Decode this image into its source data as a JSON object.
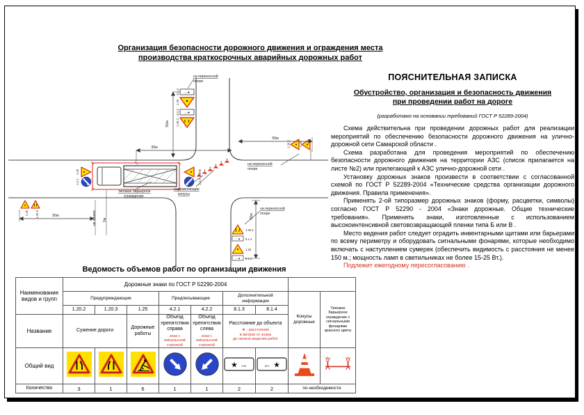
{
  "title": {
    "line1": "Организация безопасности дорожного движения и ограждения места",
    "line2": "производства краткосрочных аварийных дорожных работ"
  },
  "note": {
    "heading": "ПОЯСНИТЕЛЬНАЯ ЗАПИСКА",
    "subheading_line1": "Обустройство, организация и безопасность движения",
    "subheading_line2": "при проведении работ на дороге",
    "basis": "(разработано на основании требований  ГОСТ  Р 52289-2004)",
    "paragraphs": [
      "Схема действительна при проведении дорожных работ для реализации мероприятий по обеспечению безопасности дорожного движения на улично-дорожной сети Самарской области .",
      "Схема разработана для проведения мероприятий по обеспечению безопасности дорожного движения на территории АЗС (список прилагается на листе №2) или прилегающей к АЗС улично-дорожной сети .",
      "Установку дорожных знаков произвести в соответствии с согласованной схемой по ГОСТ Р 52289-2004 «Технические средства организации дорожного движения. Правила применения».",
      "Применять 2-ой типоразмер дорожных знаков (форму, расцветки, символы) согласно ГОСТ Р 52290 - 2004 «Знаки дорожные. Общие технические требования». Применять знаки, изготовленные с использованием высокоинтенсивной световозвращающей пленки типа Б или В .",
      "Место ведения работ следует оградить инвентарными щитами или барьерами по всему периметру и оборудовать сигнальными фонарями, которые необходимо включать с наступлением сумерек (обеспечить видимость с расстояния не менее 150 м.; мощность ламп в светильниках не более  15-25 Вт.)."
    ],
    "red_note": "Подлежит ежегодному пересогласованию ."
  },
  "diagram": {
    "support_label_line1": "на переносной",
    "support_label_line2": "опоре",
    "barrier_label_line1": "типовое барьерное",
    "barrier_label_line2": "ограждение",
    "cones_label_line1": "направляющие",
    "cones_label_line2": "конусы",
    "dim_30": "30м",
    "dim_50": "50м",
    "dim_3": "3м",
    "dim_not_less": "не менее",
    "plate_symbol": "←★",
    "stack_top": [
      "8.1.3",
      "1.25",
      "8.1.3",
      "1.20.2"
    ],
    "stack_right": [
      "1.20.2",
      "1.25"
    ],
    "stack_bottom": [
      "1.20.2",
      "8.1.4",
      "1.25",
      "8.1.4"
    ],
    "pair_bottom_left": [
      "1.25",
      "1.20.3"
    ],
    "truck_left": [
      "1.25",
      "4.2.1"
    ],
    "truck_right": [
      "1.25",
      "4.2.2"
    ]
  },
  "table": {
    "title": "Ведомость объемов работ по организации движения",
    "row_headers": [
      "Наименование видов и групп",
      "Название",
      "Общий вид",
      "Количество"
    ],
    "gost_header": "Дорожные знаки по ГОСТ Р 52290-2004",
    "groups": [
      "Предупреждающие",
      "Предписывающие",
      "Дополнительной информации"
    ],
    "codes": [
      "1.20.2",
      "1.20.3",
      "1.25",
      "4.2.1",
      "4.2.2",
      "8.1.3",
      "8.1.4"
    ],
    "name_narrowing": "Сужение дороги",
    "name_roadworks": "Дорожные работы",
    "name_detour_right": "Объезд препятствия справа",
    "name_detour_left": "Объезд препятствия слева",
    "detour_note": "знак с импульсной стрелкой",
    "name_distance": "Расстояние до объекта",
    "distance_note_line1": "★ - расстояние",
    "distance_note_line2": "в метрах от знака",
    "distance_note_line3": "до начала ведения работ",
    "cones_header": "Конусы дорожные",
    "barrier_header": "Типовое барьерное ограждение с сигнальными фонарями красного цвета",
    "plate_8_1_3": "★ →",
    "plate_8_1_4": "← ★",
    "quantities": [
      "3",
      "1",
      "6",
      "1",
      "1",
      "2",
      "2"
    ],
    "qty_on_demand": "по необходимости"
  },
  "colors": {
    "sign_yellow": "#ffe000",
    "sign_red": "#cf2318",
    "sign_blue": "#2946c8",
    "accent_red": "#d23020"
  }
}
